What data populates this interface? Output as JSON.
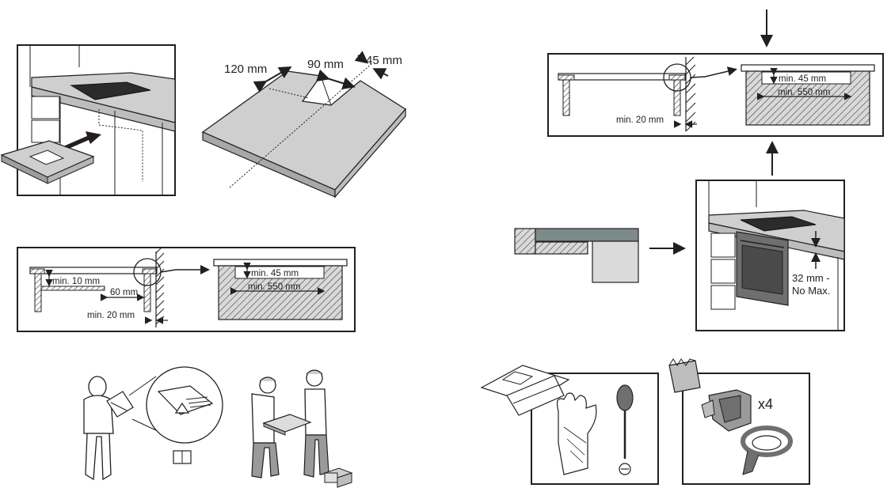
{
  "cutout_dimensions": {
    "width_label": "120 mm",
    "depth_label": "90 mm",
    "offset_label": "45 mm"
  },
  "clearance_left": {
    "gap_below_label": "min. 10 mm",
    "side_gap_label": "60 mm",
    "wall_gap_label": "min. 20 mm",
    "section_height_label": "min. 45 mm",
    "section_depth_label": "min. 550 mm"
  },
  "clearance_right": {
    "wall_gap_label": "min. 20 mm",
    "section_height_label": "min. 45 mm",
    "section_depth_label": "min. 550 mm"
  },
  "oven_mount": {
    "gap_label_line1": "32 mm -",
    "gap_label_line2": "No Max."
  },
  "accessories": {
    "quantity_label": "x4"
  }
}
